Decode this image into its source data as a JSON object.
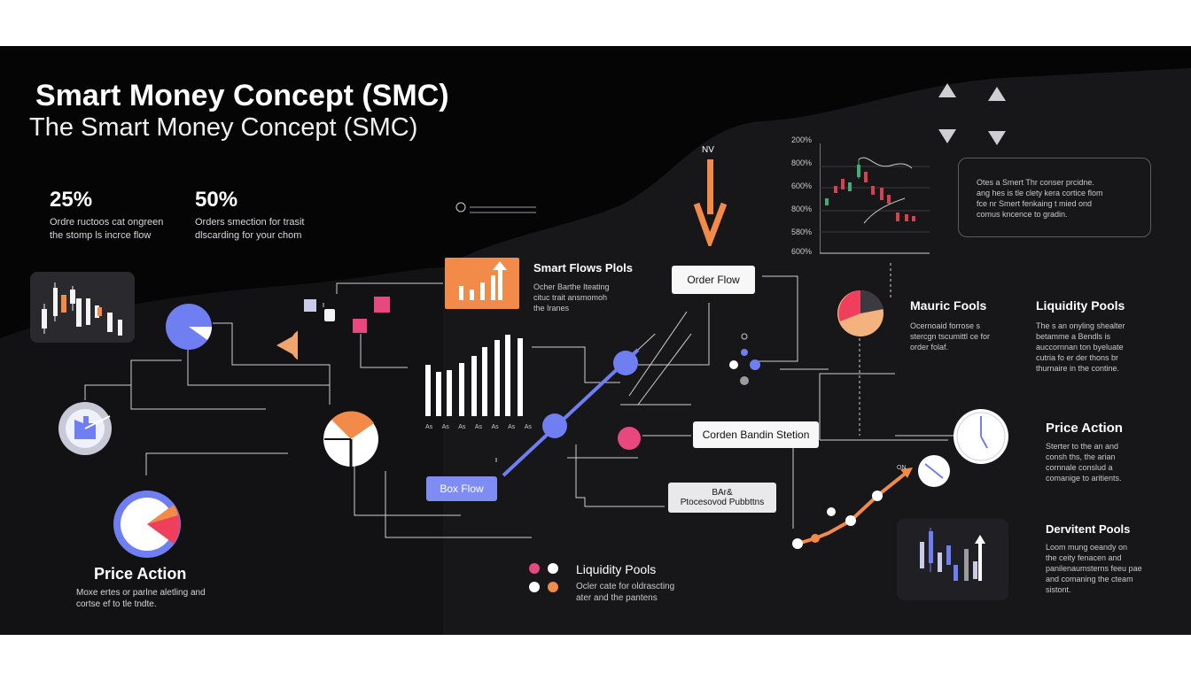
{
  "title": "Smart Money Concept (SMC)",
  "subtitle": "The Smart Money Concept (SMC)",
  "stats": [
    {
      "value": "25%",
      "caption": "Ordre ructoos cat ongreen\nthe stomp ls incrce flow"
    },
    {
      "value": "50%",
      "caption": "Orders smection for trasit\ndlscarding for your chom"
    }
  ],
  "legend_line_label": "",
  "arrow_label": "NV",
  "mini_chart": {
    "y_ticks": [
      "200%",
      "800%",
      "600%",
      "800%",
      "580%",
      "600%"
    ]
  },
  "top_right_note": "Otes a Smert Thr conser prcidne.\nang hes is tle clety kera cortice flom\nfce nr Smert fenkaing t mied ond\ncomus kncence to gradin.",
  "smart_flows": {
    "title": "Smart Flows Plols",
    "caption": "Ocher Barthe Iteating\ncituc trait ansmomoh\nthe Iranes"
  },
  "bar_axis_labels": [
    "As",
    "As",
    "As",
    "As",
    "As",
    "As",
    "As"
  ],
  "boxes": {
    "order_flow": "Order Flow",
    "corden": "Corden Bandin Stetion",
    "box_flow": "Box Flow",
    "pro_box_line1": "BAr&",
    "pro_box_line2": "Ptocesovod Pubbttns"
  },
  "sections": {
    "mauric_pools": {
      "title": "Mauric Fools",
      "caption": "Ocernoaid forrose s\nstercgn tscumittl ce for\norder folaf."
    },
    "liquidity_pools_right": {
      "title": "Liquidity Pools",
      "caption": "The s an onyling shealter\nbetamme a Bendls is\nauccornnan ton byeluate\ncutria fo er der thons br\nthurnaire in the contine."
    },
    "price_action_right": {
      "title": "Price Action",
      "caption": "Sterter to the an and\nconsh ths, the arian\ncornnale conslud a\ncomanige to aritients."
    },
    "dervitent_pools": {
      "title": "Dervitent Pools",
      "caption": "Loom mung oeandy on\nthe ceity fenacen and\npanilenaumsterns feeu pae\nand comaning the cteam\nsistont."
    },
    "price_action_left": {
      "title": "Price Action",
      "caption": "Moxe ertes or parlne aletling and\ncortse ef to tle tndte."
    },
    "liquidity_pools_bottom": {
      "title": "Liquidity Pools",
      "caption": "Ocler cate for oldrascting\nater and the pantens"
    }
  },
  "colors": {
    "background": "#050506",
    "panel": "#17171a",
    "accent_orange": "#f28a4a",
    "accent_blue": "#6f7ef0",
    "accent_red": "#ef3f5c",
    "accent_pink": "#e8487e",
    "candle_green": "#3fae76",
    "candle_red": "#d8404f"
  },
  "icons": [
    "up-triangle-icon",
    "down-triangle-icon",
    "pie-icon",
    "candlestick-icon",
    "clock-icon",
    "bar-chart-icon",
    "arrow-down-icon"
  ]
}
